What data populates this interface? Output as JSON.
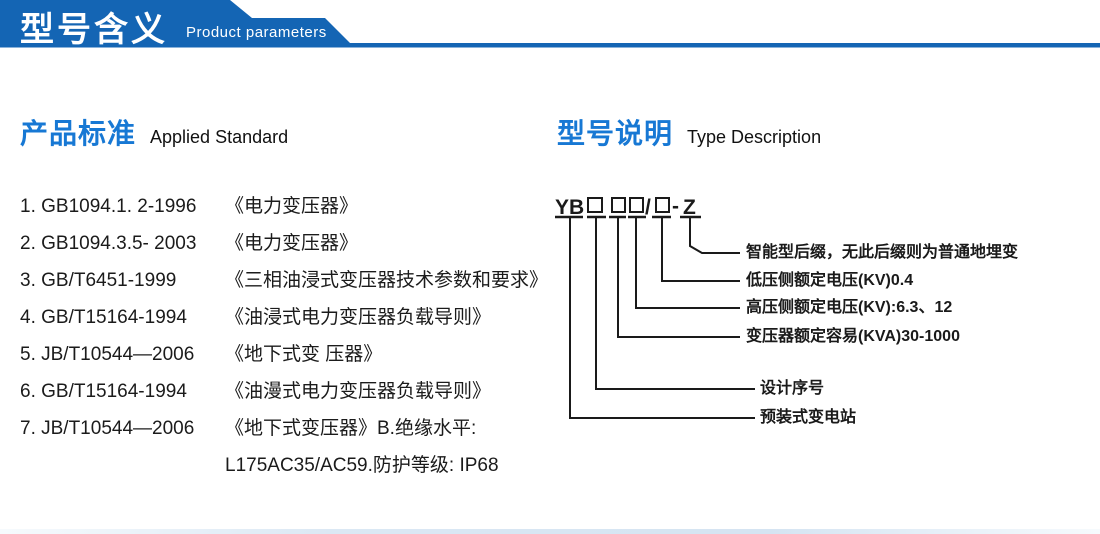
{
  "colors": {
    "banner_blue": "#1465b4",
    "heading_blue": "#1778d4",
    "text_black": "#1b1b1b"
  },
  "header": {
    "title_cn": "型号含义",
    "title_en": "Product parameters"
  },
  "standards": {
    "heading_cn": "产品标准",
    "heading_en": "Applied Standard",
    "items": [
      {
        "code": "1. GB1094.1. 2-1996",
        "title": "《电力变压器》"
      },
      {
        "code": "2. GB1094.3.5- 2003",
        "title": "《电力变压器》"
      },
      {
        "code": "3. GB/T6451-1999",
        "title": "《三相油浸式变压器技术参数和要求》"
      },
      {
        "code": "4. GB/T15164-1994",
        "title": "《油浸式电力变压器负载导则》"
      },
      {
        "code": "5. JB/T10544—2006",
        "title": "《地下式变 压器》"
      },
      {
        "code": "6. GB/T15164-1994",
        "title": "《油漫式电力变压器负载导则》"
      },
      {
        "code": "7. JB/T10544—2006",
        "title": "《地下式变压器》B.绝缘水平:"
      }
    ],
    "continuation": "L175AC35/AC59.防护等级: IP68"
  },
  "model": {
    "heading_cn": "型号说明",
    "heading_en": "Type Description",
    "code": {
      "prefix": "YB",
      "slash": "/",
      "dash": "-",
      "suffix": "Z"
    },
    "labels": {
      "smart_suffix": "智能型后缀，无此后缀则为普通地埋变",
      "lv_voltage": "低压侧额定电压(KV)0.4",
      "hv_voltage": "高压侧额定电压(KV):6.3、12",
      "capacity": "变压器额定容易(KVA)30-1000",
      "design_serial": "设计序号",
      "prefab_substation": "预装式变电站"
    }
  }
}
